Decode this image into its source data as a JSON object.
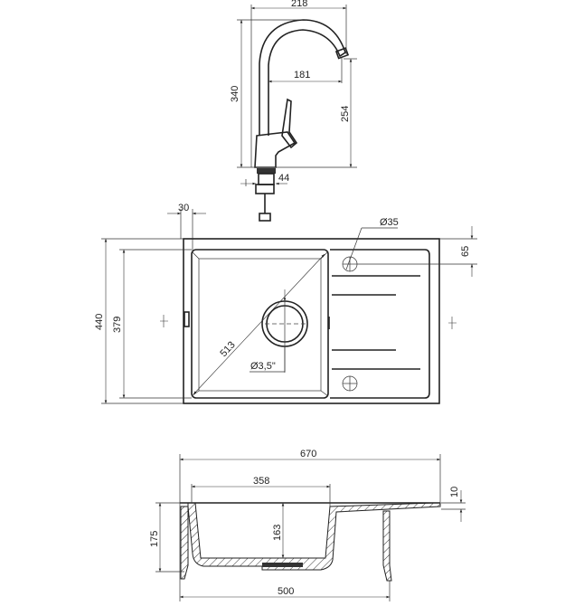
{
  "title": "Sink with faucet technical drawing",
  "faucet": {
    "width": "218",
    "height": "340",
    "reach": "181",
    "spout_height": "254",
    "base_diameter": "44"
  },
  "top_view": {
    "margin": "30",
    "tap_hole": "Ø35",
    "tap_hole_offset": "65",
    "outer_depth": "440",
    "bowl_depth": "379",
    "bowl_diagonal": "513",
    "drain": "Ø3,5\""
  },
  "side_view": {
    "total_width": "670",
    "bowl_width": "358",
    "total_height": "175",
    "bowl_height": "163",
    "cabinet_width": "500",
    "rim_thickness": "10"
  }
}
